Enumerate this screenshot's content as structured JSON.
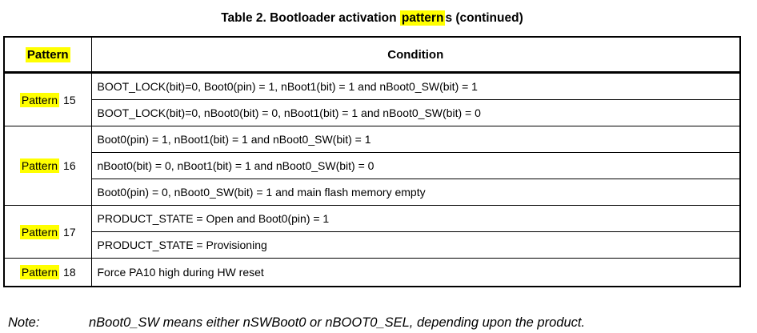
{
  "title": {
    "prefix": "Table 2. Bootloader activation ",
    "highlighted": "pattern",
    "suffix": "s (continued)"
  },
  "table": {
    "headers": {
      "pattern": "Pattern",
      "condition": "Condition"
    },
    "groups": [
      {
        "label_highlighted": "Pattern",
        "label_number": "15",
        "conditions": [
          "BOOT_LOCK(bit)=0, Boot0(pin) = 1, nBoot1(bit) = 1 and nBoot0_SW(bit) = 1",
          "BOOT_LOCK(bit)=0, nBoot0(bit) = 0, nBoot1(bit) = 1 and nBoot0_SW(bit) = 0"
        ]
      },
      {
        "label_highlighted": "Pattern",
        "label_number": "16",
        "conditions": [
          "Boot0(pin) = 1, nBoot1(bit) = 1 and nBoot0_SW(bit) = 1",
          "nBoot0(bit) = 0, nBoot1(bit) = 1 and nBoot0_SW(bit) = 0",
          "Boot0(pin) = 0, nBoot0_SW(bit) = 1 and main flash memory empty"
        ]
      },
      {
        "label_highlighted": "Pattern",
        "label_number": "17",
        "conditions": [
          "PRODUCT_STATE = Open and Boot0(pin) = 1",
          "PRODUCT_STATE = Provisioning"
        ]
      },
      {
        "label_highlighted": "Pattern",
        "label_number": "18",
        "conditions": [
          "Force PA10 high during HW reset"
        ]
      }
    ]
  },
  "note": {
    "label": "Note:",
    "text": "nBoot0_SW means either nSWBoot0 or nBOOT0_SEL, depending upon the product."
  },
  "colors": {
    "highlight": "#ffff00",
    "border": "#000000",
    "text": "#000000",
    "background": "#ffffff"
  }
}
